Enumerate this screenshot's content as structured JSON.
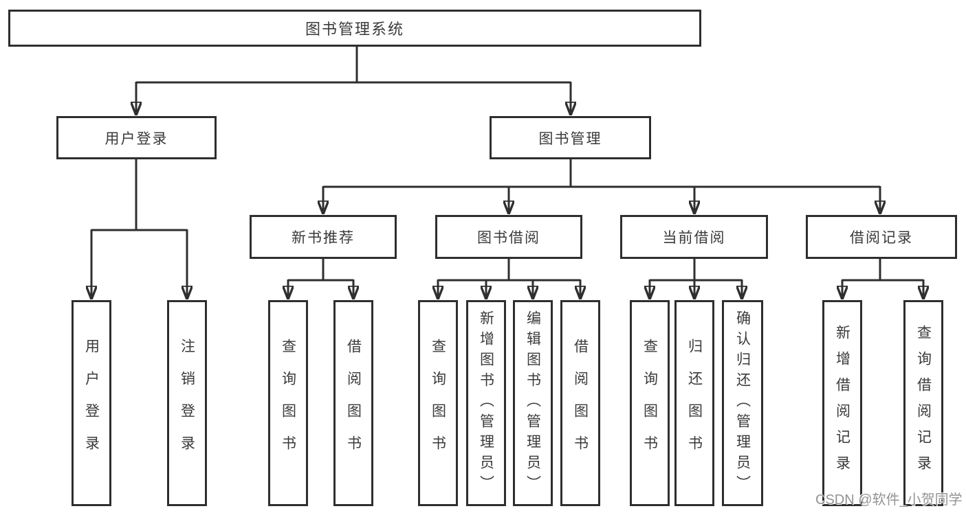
{
  "diagram": {
    "root": "图书管理系统",
    "branches": [
      {
        "label": "用户登录",
        "children": [
          "用户登录",
          "注销登录"
        ]
      },
      {
        "label": "图书管理",
        "sections": [
          {
            "label": "新书推荐",
            "children": [
              "查询图书",
              "借阅图书"
            ]
          },
          {
            "label": "图书借阅",
            "children": [
              "查询图书",
              "新增图书（管理员）",
              "编辑图书（管理员）",
              "借阅图书"
            ]
          },
          {
            "label": "当前借阅",
            "children": [
              "查询图书",
              "归还图书",
              "确认归还（管理员）"
            ]
          },
          {
            "label": "借阅记录",
            "children": [
              "新增借阅记录",
              "查询借阅记录"
            ]
          }
        ]
      }
    ]
  },
  "watermark": {
    "text": "CSDN @软件_小贺同学"
  },
  "colors": {
    "line": "#2f2f2f",
    "box_border": "#2e2e2e",
    "text": "#3a3a3a",
    "watermark": "#878787"
  }
}
